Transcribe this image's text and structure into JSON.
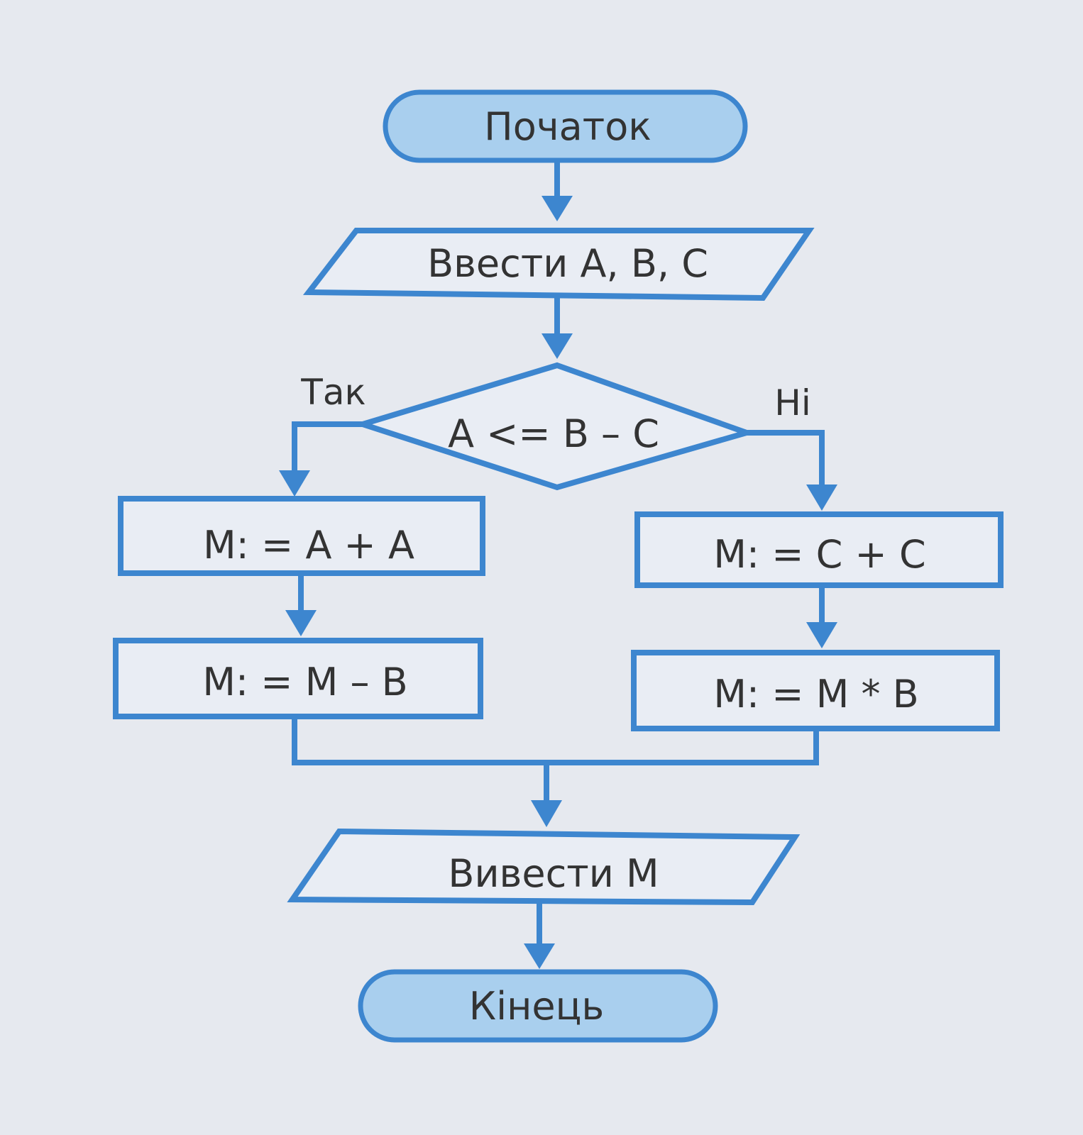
{
  "flowchart": {
    "start": "Початок",
    "input": "Ввести  A, B, C",
    "condition": "A <= B – C",
    "yes_label": "Так",
    "no_label": "Ні",
    "yes_step1": "M: = A + A",
    "yes_step2": "M: = M – B",
    "no_step1": "M: = C + C",
    "no_step2": "M: = M * B",
    "output": "Вивести  M",
    "end": "Кінець"
  },
  "colors": {
    "line": "#3d86cf",
    "terminal_fill": "#a9cfee",
    "paper": "#e6e9ef",
    "text": "#333333"
  }
}
